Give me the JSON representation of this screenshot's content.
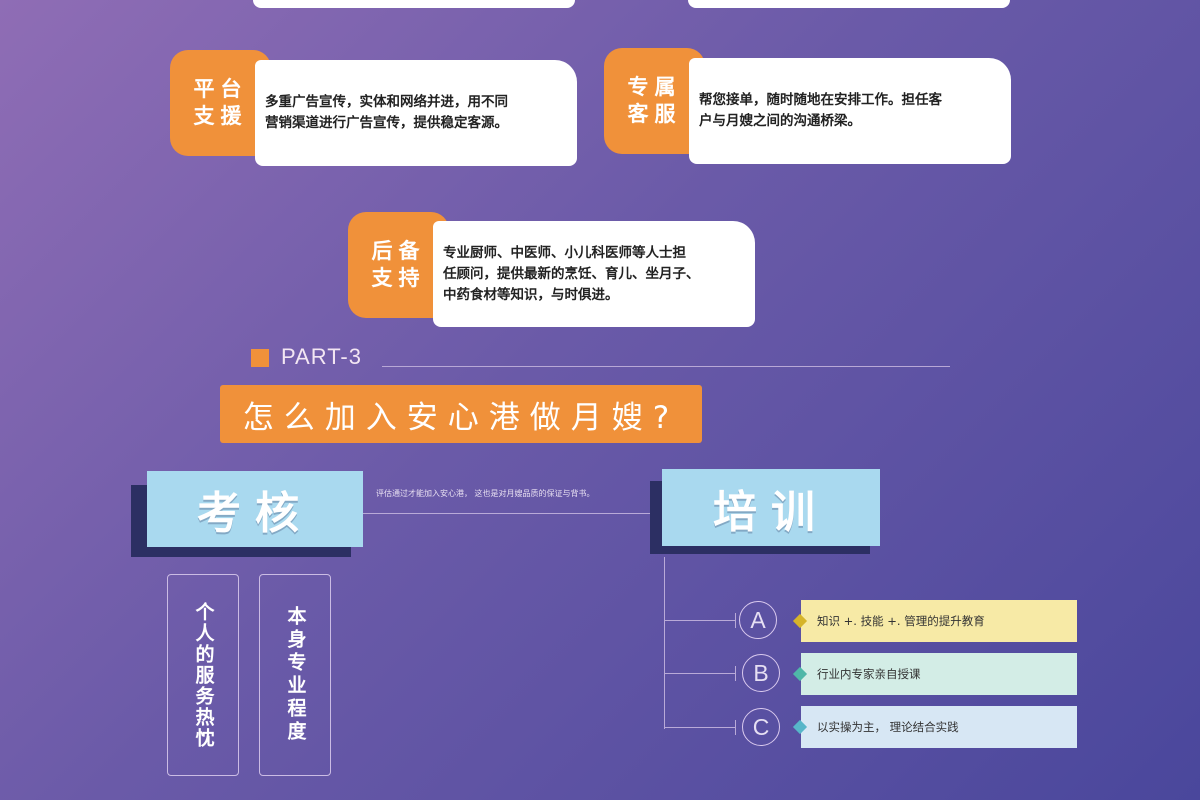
{
  "features": [
    {
      "tag": [
        "平台",
        "支援"
      ],
      "lines": [
        "多重广告宣传，实体和网络并进，用不同",
        "营销渠道进行广告宣传，提供稳定客源。"
      ]
    },
    {
      "tag": [
        "专属",
        "客服"
      ],
      "lines": [
        "帮您接单，随时随地在安排工作。担任客",
        "户与月嫂之间的沟通桥梁。"
      ]
    },
    {
      "tag": [
        "后备",
        "支持"
      ],
      "lines": [
        "专业厨师、中医师、小儿科医师等人士担",
        "任顾问，提供最新的烹饪、育儿、坐月子、",
        "中药食材等知识，与时俱进。"
      ]
    }
  ],
  "part": {
    "label": "PART-3",
    "title": "怎么加入安心港做月嫂?"
  },
  "assessment": {
    "title": "考核",
    "note": "评估通过才能加入安心港， 这也是对月嫂品质的保证与背书。",
    "items": [
      "个人的服务热忱",
      "本身专业程度"
    ]
  },
  "training": {
    "title": "培训",
    "items": [
      {
        "letter": "A",
        "text": "知识 +. 技能 +. 管理的提升教育",
        "color": "#f7eaa6",
        "dot": "#d6b42a"
      },
      {
        "letter": "B",
        "text": "行业内专家亲自授课",
        "color": "#d3ede6",
        "dot": "#4fb7a8"
      },
      {
        "letter": "C",
        "text": "以实操为主， 理论结合实践",
        "color": "#d7e7f4",
        "dot": "#57b6c9"
      }
    ]
  },
  "colors": {
    "accent": "#f0913a",
    "section": "#a9d9ef",
    "shadow": "#2c2f63"
  }
}
